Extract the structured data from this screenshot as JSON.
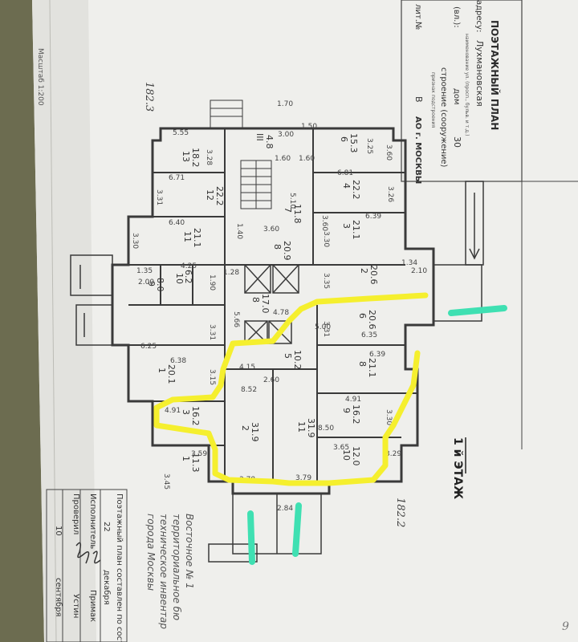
{
  "colors": {
    "paper": "#efefec",
    "ink": "#3a3a3a",
    "highlight": "#f5ef2e",
    "door_marker": "#3fe0b2",
    "background": "#7a7a58"
  },
  "header": {
    "title": "ПОЭТАЖНЫЙ ПЛАН",
    "address_label": "адресу:",
    "street": "Лухмановская",
    "street_caption": "наименование ул. (просп., бульв. и т.д.)",
    "house_label": "дом",
    "house_number": "30",
    "unit_label": "(вл.):",
    "building_label": "строение (сооружение)",
    "building_caption": "признак подстроения",
    "corpus": "В",
    "org": "АО г. МОСКВЫ",
    "liter_label": "лит.№"
  },
  "scale_note": "Масштаб 1:200",
  "floor_label": "1 й ЭТАЖ",
  "stair_marks": [
    "182.3",
    "182.2"
  ],
  "footer": {
    "compiled_line": "Поэтажный план составлен по сост",
    "day1": "22",
    "month1": "декабря",
    "role_executor": "Исполнитель",
    "name_executor": "Примак",
    "role_checker": "Проверил",
    "name_checker": "Устин",
    "day2": "10",
    "month2": "сентября"
  },
  "stamp_lines": [
    "Восточное № 1",
    "территориальное бю",
    "техническое инвентар",
    "города Москвы"
  ],
  "corner_mark": "9",
  "rooms": [
    {
      "id": "13",
      "area": "18.2"
    },
    {
      "id": "12",
      "area": "22.2"
    },
    {
      "id": "11",
      "area": "21.1"
    },
    {
      "id": "10",
      "area": "6.2"
    },
    {
      "id": "9",
      "area": "8.0"
    },
    {
      "id": "6",
      "area": "15.3"
    },
    {
      "id": "4",
      "area": "22.2"
    },
    {
      "id": "3",
      "area": "21.1"
    },
    {
      "id": "2",
      "area": "20.6"
    },
    {
      "id": "7",
      "area": "11.8"
    },
    {
      "id": "8",
      "area": "20.9"
    },
    {
      "id": "III",
      "area": "4.8"
    },
    {
      "id": "6",
      "area": "20.6"
    },
    {
      "id": "8",
      "area": "21.1"
    },
    {
      "id": "9",
      "area": "16.2"
    },
    {
      "id": "10",
      "area": "12.0"
    },
    {
      "id": "11",
      "area": "31.9"
    },
    {
      "id": "2",
      "area": "31.9"
    },
    {
      "id": "3",
      "area": "16.2"
    },
    {
      "id": "5",
      "area": "10.2"
    },
    {
      "id": "1",
      "area": "20.1"
    },
    {
      "id": "1",
      "area": "11.3"
    },
    {
      "id": "8",
      "area": "17.0"
    }
  ],
  "dims": [
    "1.70",
    "5.55",
    "3.28",
    "6.71",
    "3.31",
    "6.40",
    "3.30",
    "4.25",
    "1.35",
    "2.00",
    "1.90",
    "1.28",
    "5.66",
    "3.31",
    "6.25",
    "6.38",
    "3.15",
    "4.91",
    "4.15",
    "2.60",
    "8.52",
    "3.59",
    "3.45",
    "3.78",
    "2.84",
    "3.79",
    "3.29",
    "3.65",
    "8.50",
    "4.91",
    "3.30",
    "6.39",
    "3.31",
    "5.00",
    "6.35",
    "3.35",
    "3.30",
    "6.39",
    "6.81",
    "3.26",
    "3.60",
    "3.25",
    "1.34",
    "4.78",
    "1.60",
    "1.60",
    "1.40",
    "3.60",
    "5.10",
    "3.60",
    "3.00",
    "2.10",
    "1.50"
  ]
}
